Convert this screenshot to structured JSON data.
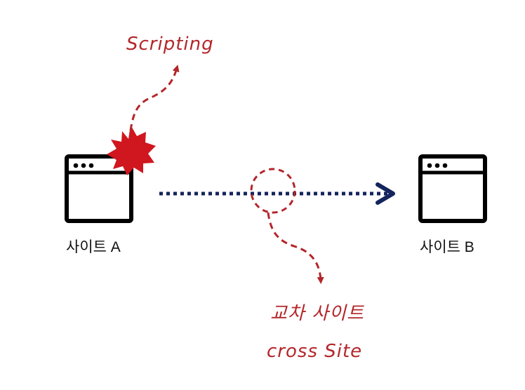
{
  "site_a": {
    "label": "사이트 A"
  },
  "site_b": {
    "label": "사이트 B"
  },
  "annotations": {
    "scripting": "Scripting",
    "cross_site_korean": "교차 사이트",
    "cross_site_english": "cross Site"
  },
  "colors": {
    "annotation_red": "#b3262a",
    "burst_red": "#d0161e",
    "arrow_navy": "#14245c",
    "window_black": "#000000"
  }
}
